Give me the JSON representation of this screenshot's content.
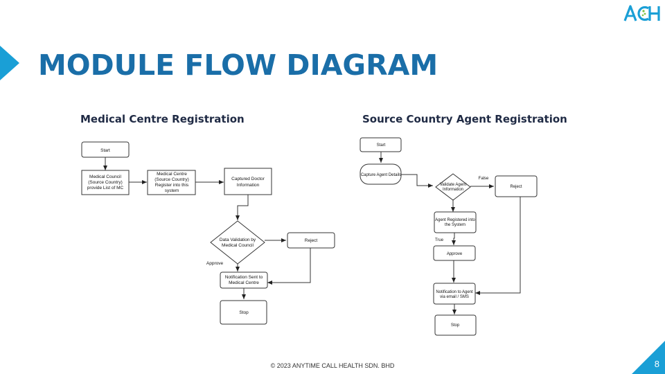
{
  "slide": {
    "title": "MODULE FLOW DIAGRAM",
    "logo_text": "ACH",
    "footer": "© 2023 ANYTIME CALL HEALTH SDN. BHD",
    "page_number": "8",
    "accent_color": "#1a9fd6",
    "title_color": "#1a6ea8"
  },
  "left_flow": {
    "title": "Medical Centre Registration",
    "start": "Start",
    "council_l1": "Medical Council",
    "council_l2": "(Source Country)",
    "council_l3": "provide List of MC",
    "mc_l1": "Medical Centre",
    "mc_l2": "(Source Country)",
    "mc_l3": "Register into this",
    "mc_l4": "system",
    "doctor_l1": "Captured Doctor",
    "doctor_l2": "Information",
    "validation_l1": "Data Validation by",
    "validation_l2": "Medical Council",
    "reject": "Reject",
    "approve": "Approve",
    "notif_l1": "Notification Sent to",
    "notif_l2": "Medical Centre",
    "stop": "Stop"
  },
  "right_flow": {
    "title": "Source Country Agent Registration",
    "start": "Start",
    "capture": "Capture Agent Details",
    "validate_l1": "Validate Agent",
    "validate_l2": "Information",
    "false_label": "False",
    "reject": "Reject",
    "registered_l1": "Agent Registered into",
    "registered_l2": "the System",
    "true_label": "True",
    "approve": "Approve",
    "notif_l1": "Notification to Agent",
    "notif_l2": "via email / SMS",
    "stop": "Stop"
  }
}
